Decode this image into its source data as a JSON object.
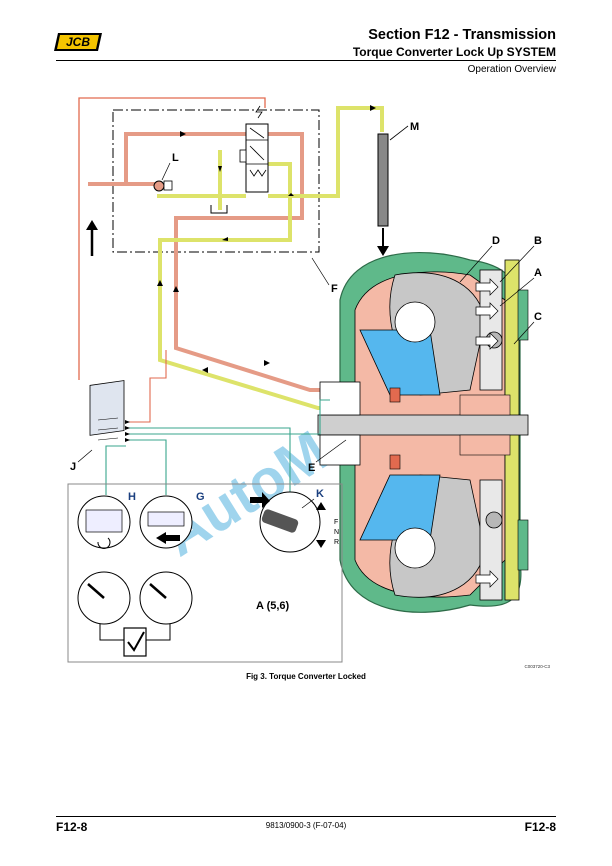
{
  "header": {
    "logo_text": "JCB",
    "section_title": "Section F12 - Transmission",
    "subtitle": "Torque Converter Lock Up SYSTEM",
    "page_topic": "Operation Overview"
  },
  "diagram": {
    "callouts": [
      "A",
      "B",
      "C",
      "D",
      "E",
      "F",
      "J",
      "K",
      "L",
      "M"
    ],
    "gauge_labels": [
      "H",
      "G"
    ],
    "selector_marks": [
      "F",
      "N",
      "R"
    ],
    "group_label": "A (5,6)",
    "figure_code": "C003720-C3",
    "caption": "Fig 3. Torque Converter Locked",
    "watermark": "AutoManual",
    "colors": {
      "pressure_line": "#e59b86",
      "lube_line": "#dde36a",
      "housing": "#5fb98a",
      "turbine_blue": "#55b7ee",
      "signal_wire": "#3aa58c",
      "callout_blue": "#1a3f7f"
    }
  },
  "footer": {
    "left": "F12-8",
    "center": "9813/0900-3 (F-07-04)",
    "right": "F12-8"
  }
}
